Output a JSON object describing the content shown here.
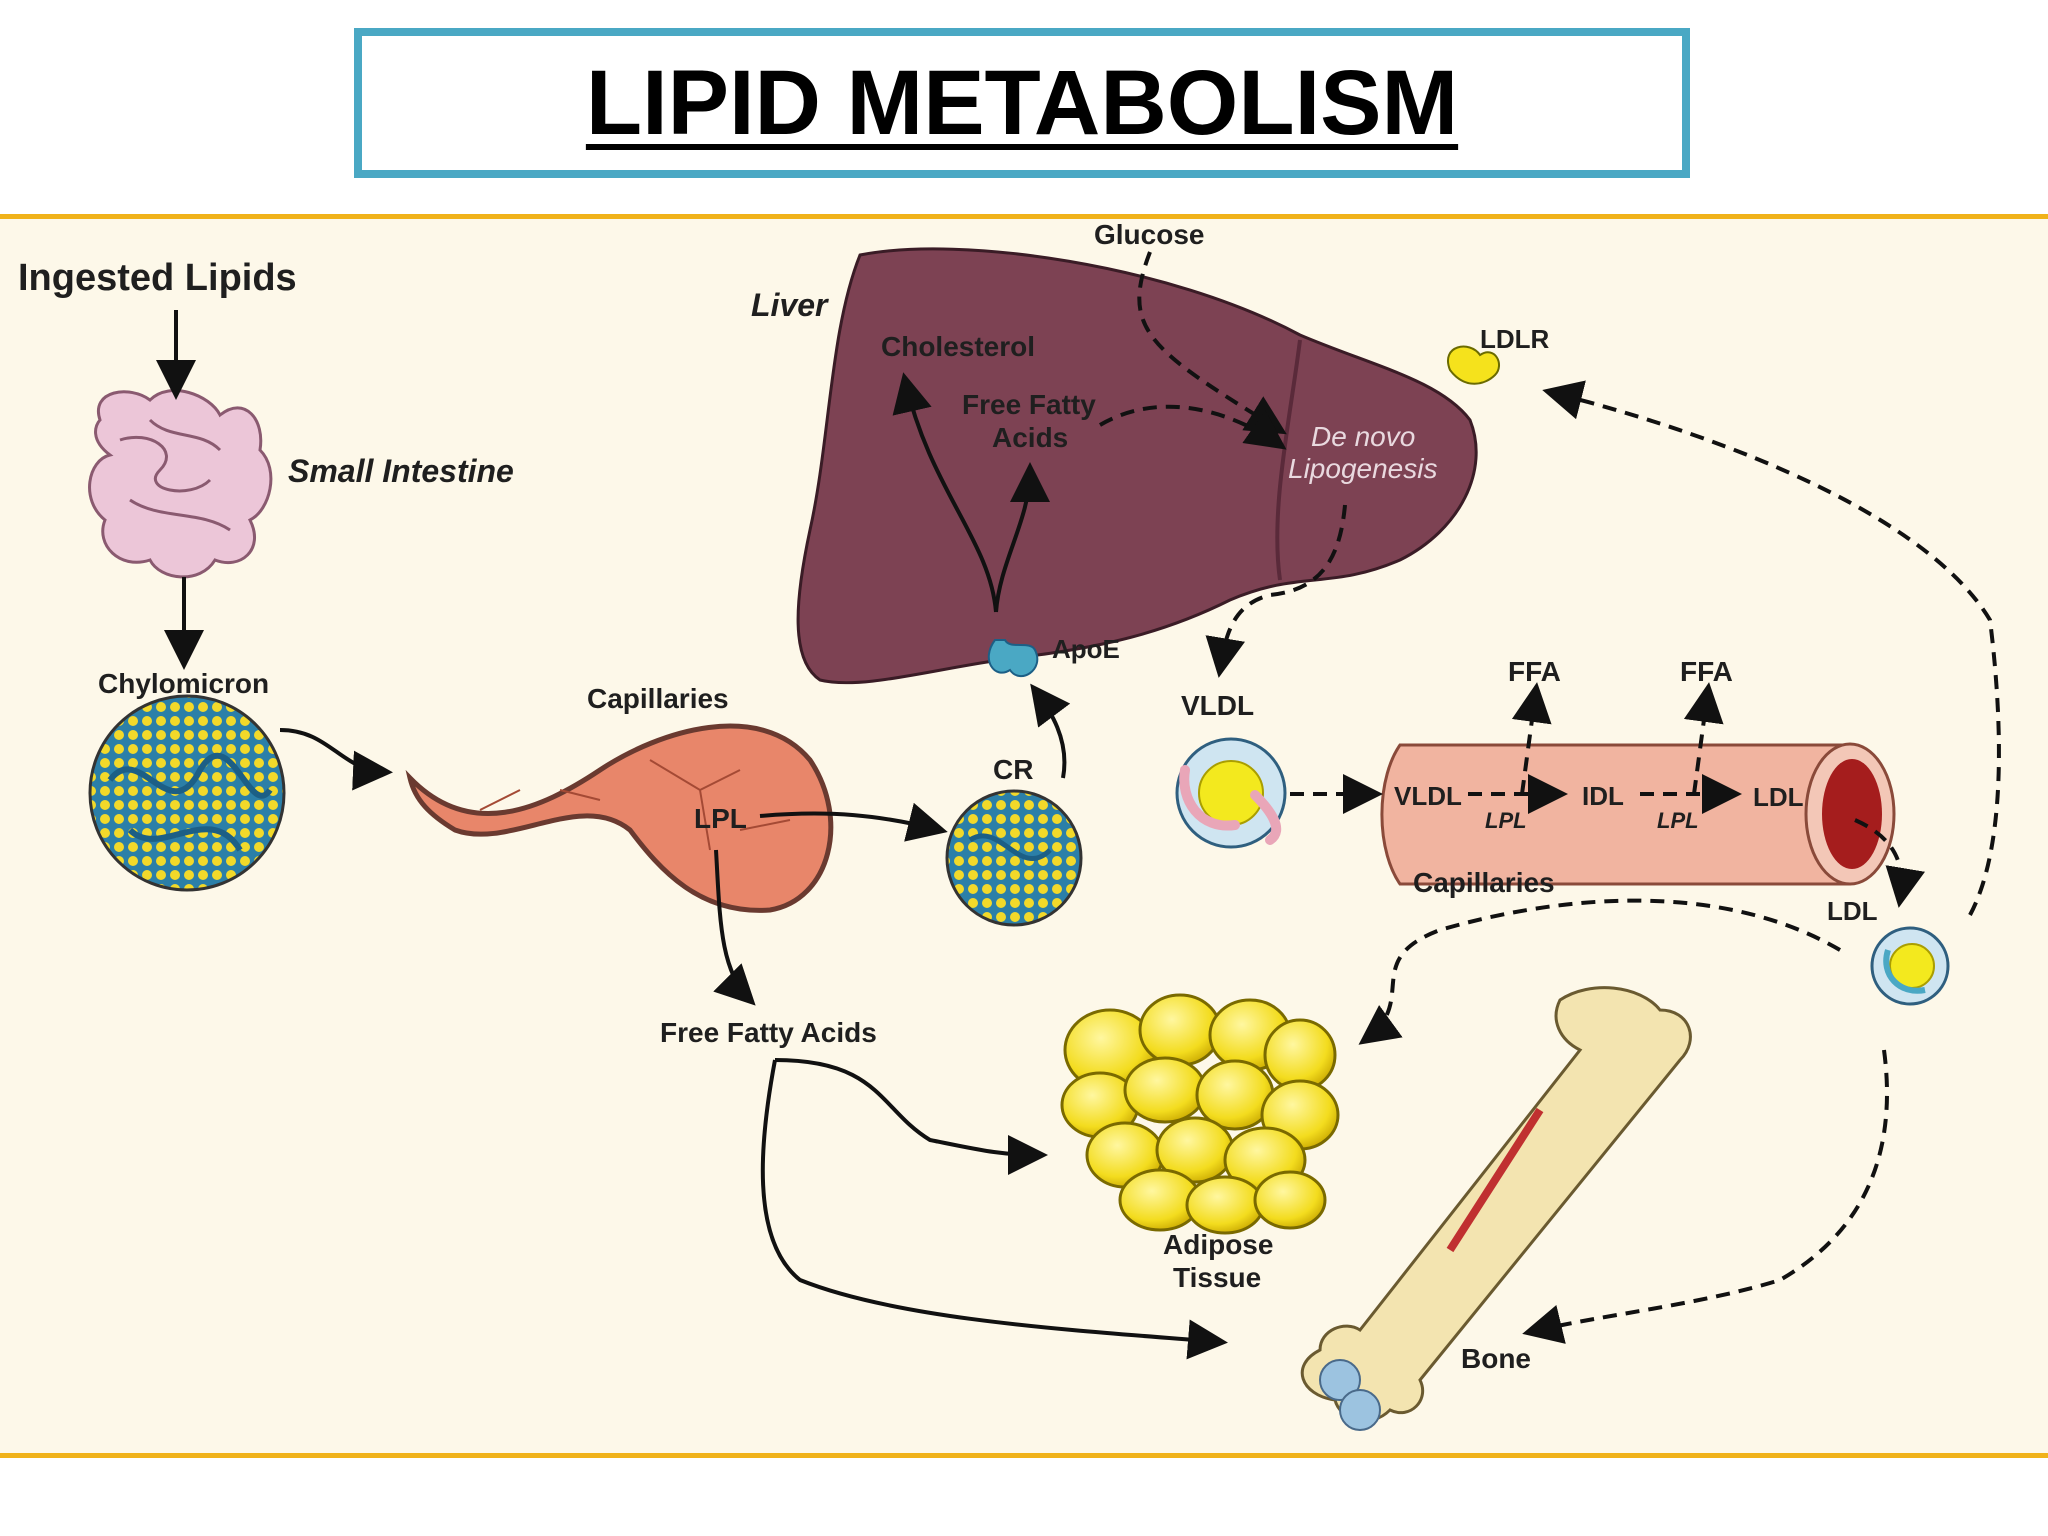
{
  "title": "LIPID METABOLISM",
  "labels": {
    "ingested_lipids": "Ingested Lipids",
    "small_intestine": "Small Intestine",
    "chylomicron": "Chylomicron",
    "capillaries_left": "Capillaries",
    "lpl_left": "LPL",
    "free_fatty_acids_bottom": "Free Fatty Acids",
    "cr": "CR",
    "liver": "Liver",
    "glucose": "Glucose",
    "cholesterol": "Cholesterol",
    "free_fatty_acids_liver_1": "Free Fatty",
    "free_fatty_acids_liver_2": "Acids",
    "de_novo_1": "De novo",
    "de_novo_2": "Lipogenesis",
    "apoe": "ApoE",
    "ldlr": "LDLR",
    "vldl_particle": "VLDL",
    "ffa_1": "FFA",
    "ffa_2": "FFA",
    "vldl_vessel": "VLDL",
    "idl": "IDL",
    "ldl_vessel": "LDL",
    "lpl_1": "LPL",
    "lpl_2": "LPL",
    "capillaries_right": "Capillaries",
    "ldl_particle": "LDL",
    "adipose_1": "Adipose",
    "adipose_2": "Tissue",
    "bone": "Bone"
  },
  "colors": {
    "title_border": "#4aa8c4",
    "panel_border": "#f0b21a",
    "panel_bg": "#fdf8e9",
    "liver": "#7d4253",
    "capillary": "#e8866a",
    "fat": "#f3dc1e",
    "blue_strand": "#2e8fc9"
  }
}
